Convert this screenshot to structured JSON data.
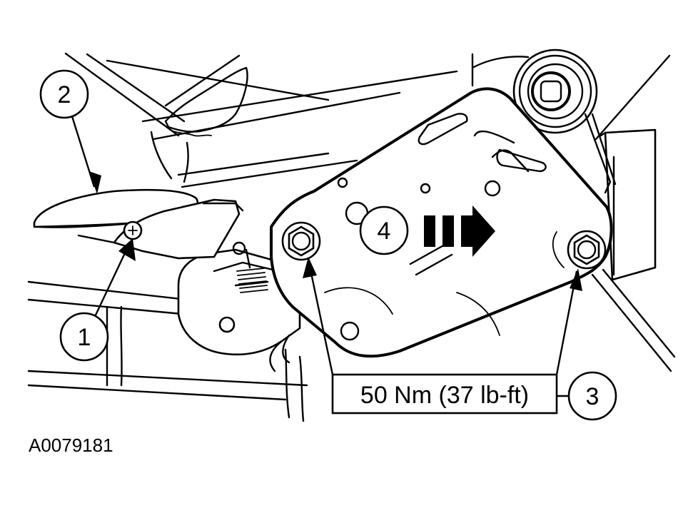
{
  "callouts": [
    {
      "id": "1",
      "label": "1"
    },
    {
      "id": "2",
      "label": "2"
    },
    {
      "id": "3",
      "label": "3"
    },
    {
      "id": "4",
      "label": "4"
    }
  ],
  "torque_spec": "50 Nm (37 lb-ft)",
  "figure_id": "A0079181"
}
